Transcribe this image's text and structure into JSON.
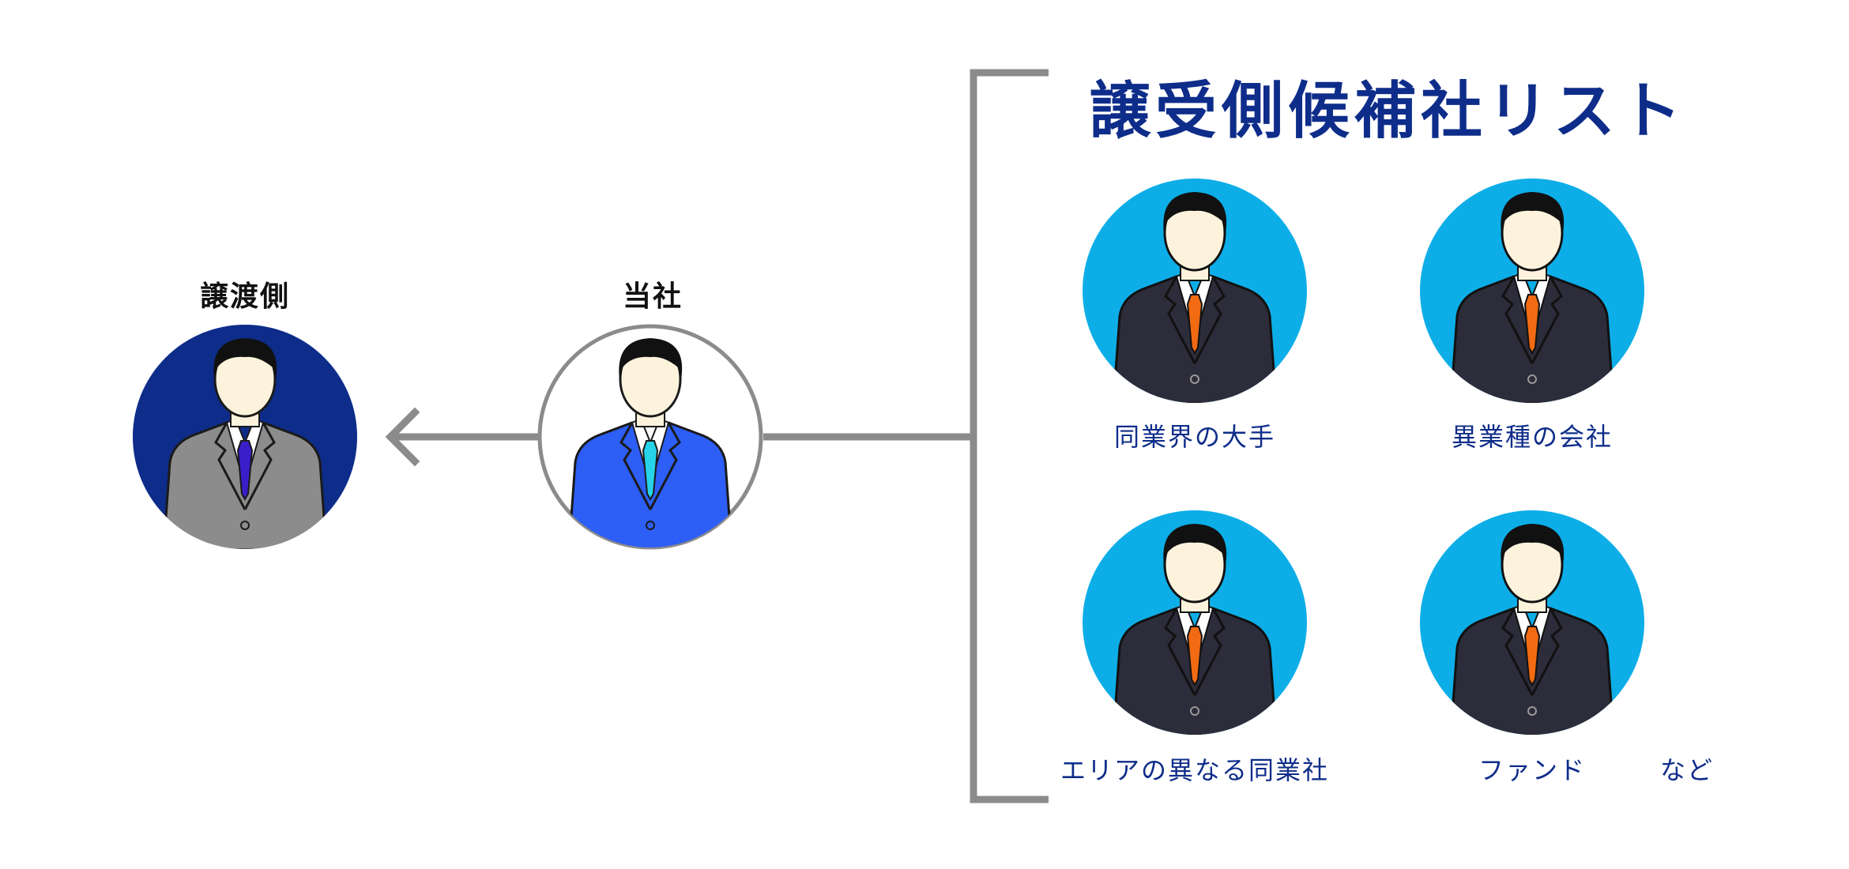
{
  "colors": {
    "accent": "#0e2d8a",
    "line": "#8b8b8b",
    "candidate_bg": "#0daee8",
    "transferor_bg": "#0e2d8a",
    "company_bg": "#ffffff"
  },
  "transferor": {
    "label": "譲渡側",
    "icon": "businessman-gray-suit-icon"
  },
  "company": {
    "label": "当社",
    "icon": "businessman-blue-suit-icon"
  },
  "candidates": {
    "title": "譲受側候補社リスト",
    "items": [
      {
        "label": "同業界の大手",
        "icon": "businessman-dark-suit-icon"
      },
      {
        "label": "異業種の会社",
        "icon": "businessman-dark-suit-icon"
      },
      {
        "label": "エリアの異なる同業社",
        "icon": "businessman-dark-suit-icon"
      },
      {
        "label": "ファンド",
        "icon": "businessman-dark-suit-icon"
      }
    ],
    "suffix": "など"
  }
}
